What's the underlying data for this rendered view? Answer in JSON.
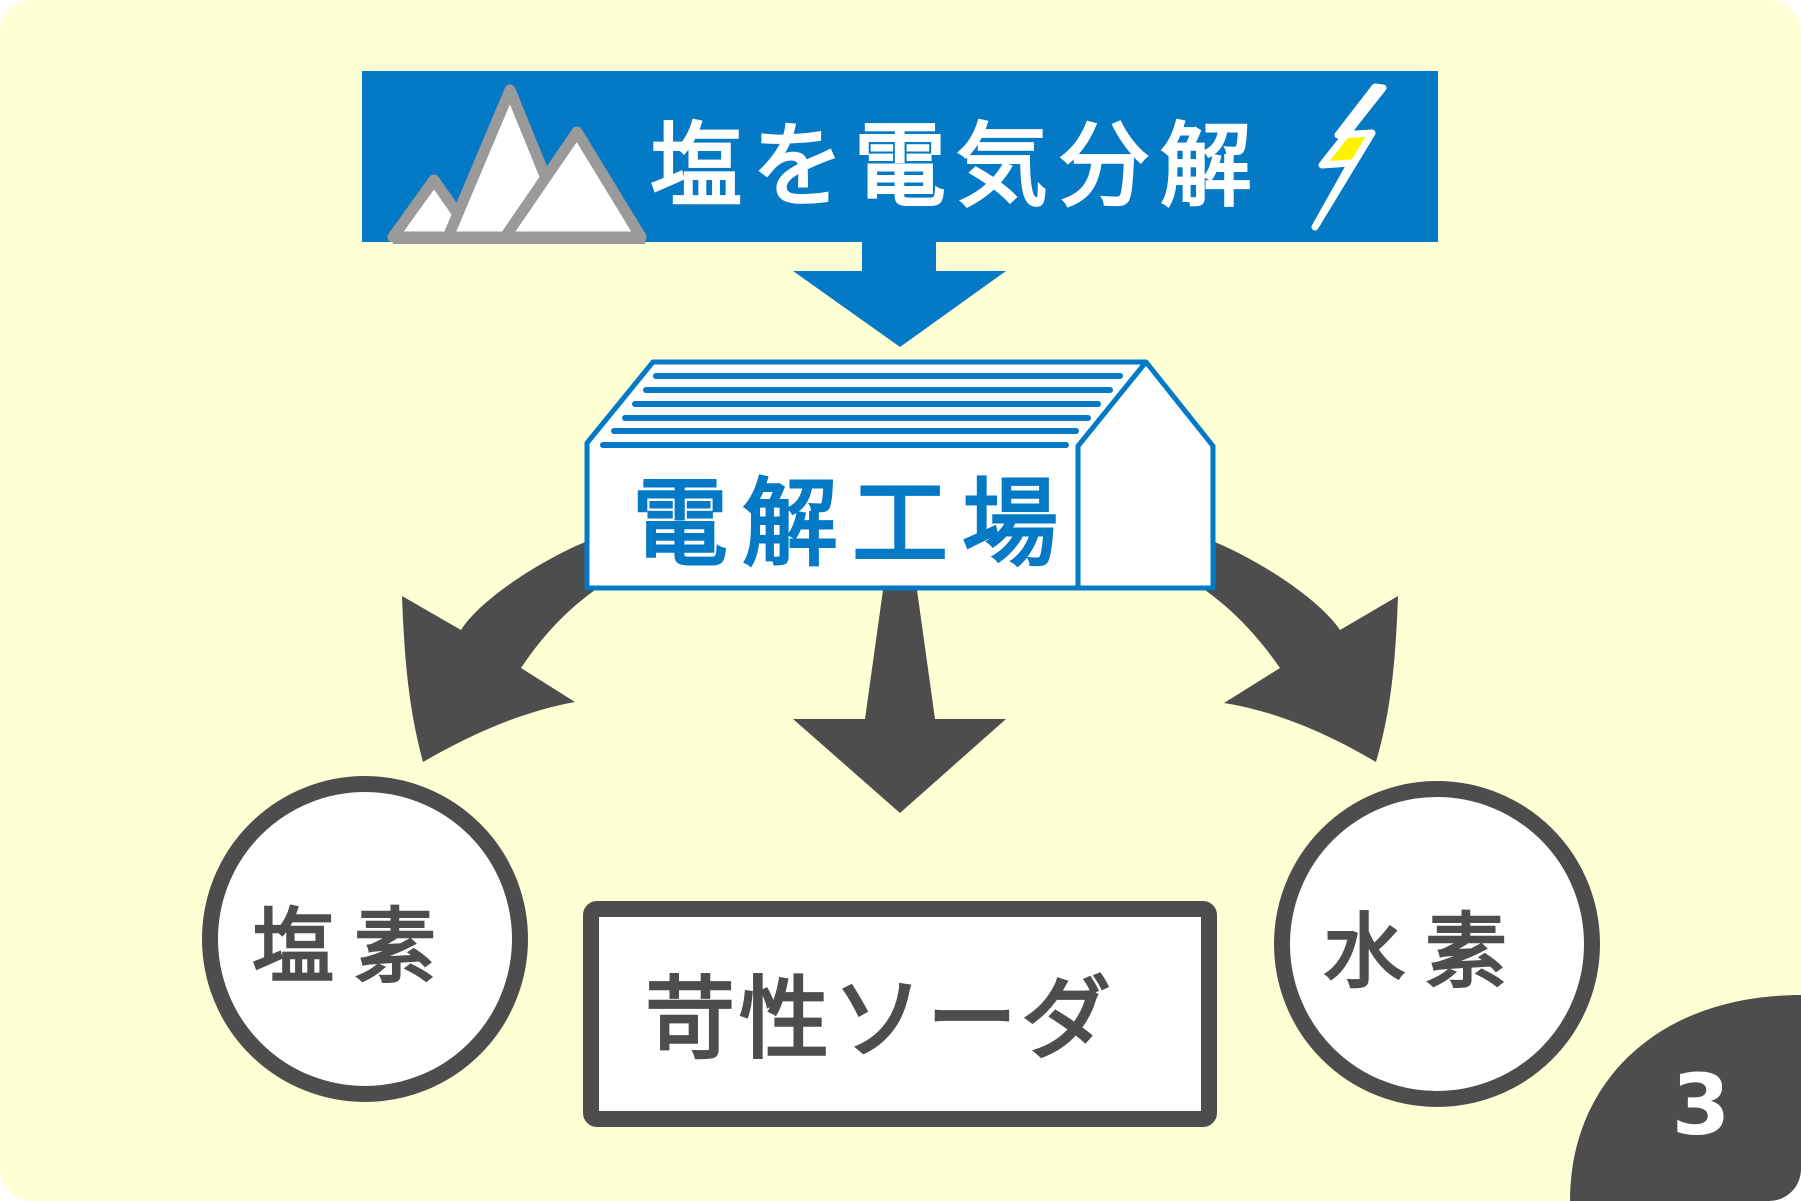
{
  "colors": {
    "background": "#ffffd6",
    "banner_blue": "#0479c6",
    "dark_gray": "#4d4d4d",
    "mountain_gray": "#9a9a9a",
    "bolt_yellow": "#fff200",
    "white": "#ffffff"
  },
  "banner": {
    "title": "塩を電気分解",
    "left_icon": "mountain-salt-icon",
    "right_icon": "lightning-bolt-icon"
  },
  "factory": {
    "label": "電解工場",
    "icon": "factory-building-icon"
  },
  "outputs": {
    "left": {
      "label": "塩素",
      "shape": "circle"
    },
    "center": {
      "label": "苛性ソーダ",
      "shape": "rounded-box"
    },
    "right": {
      "label": "水素",
      "shape": "circle"
    }
  },
  "page_badge": {
    "number": "3"
  }
}
